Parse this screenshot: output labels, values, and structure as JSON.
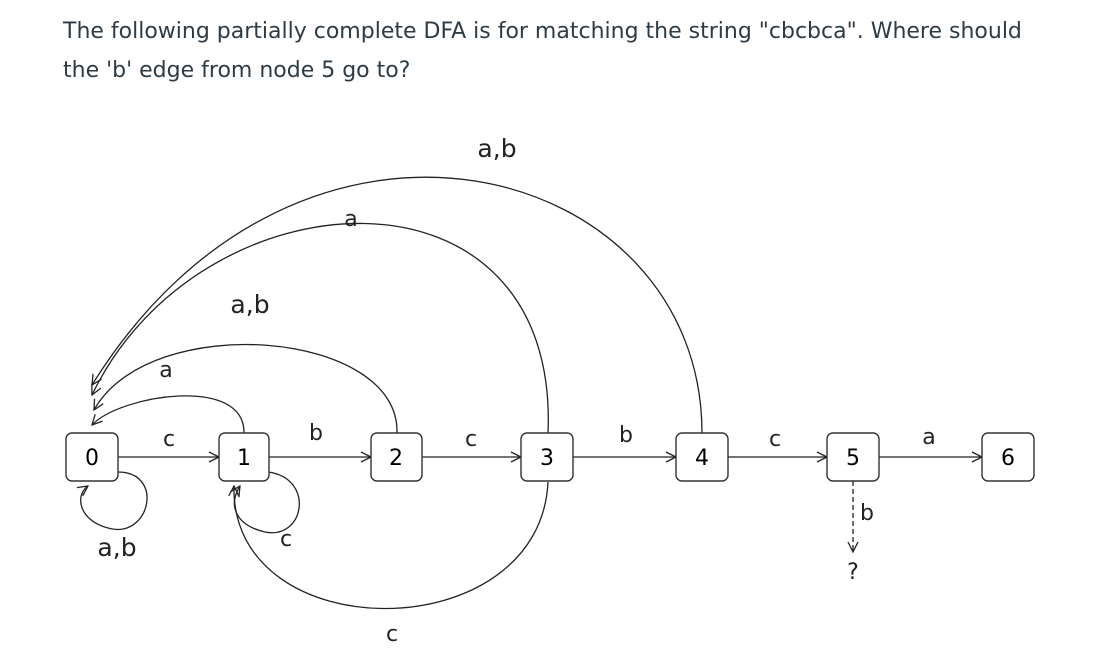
{
  "question": "The following partially complete DFA is for matching the string \"cbcbca\". Where should the 'b' edge from node 5 go to?",
  "nodes": [
    "0",
    "1",
    "2",
    "3",
    "4",
    "5",
    "6"
  ],
  "edge_labels": {
    "self_0": "a,b",
    "c_0_1": "c",
    "a_1_0": "a",
    "self_1": "c",
    "b_1_2": "b",
    "ab_2_0": "a,b",
    "c_2_3": "c",
    "a_3_0": "a",
    "c_3_1": "c",
    "b_3_4": "b",
    "ab_4_0": "a,b",
    "c_4_5": "c",
    "a_5_6": "a",
    "b_5_q": "b",
    "unknown_target": "?"
  }
}
